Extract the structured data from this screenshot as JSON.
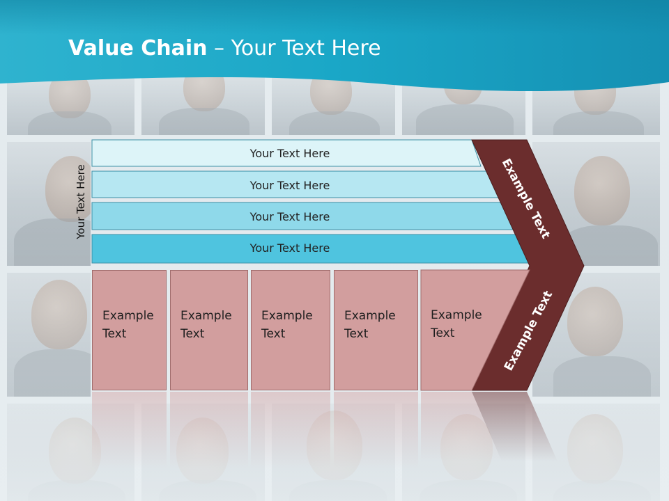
{
  "slide": {
    "title_bold": "Value Chain",
    "title_rest": " – Your Text Here",
    "vertical_label": "Your Text Here"
  },
  "colors": {
    "header_teal": "#1aa7c7",
    "bar_1": "#ddf4f8",
    "bar_2": "#b6e7f2",
    "bar_3": "#8fd9ea",
    "bar_4": "#4fc4df",
    "box_fill": "#d29e9e",
    "arrow_fill": "#6b2d2d"
  },
  "bars": [
    {
      "label": "Your Text Here"
    },
    {
      "label": "Your Text Here"
    },
    {
      "label": "Your Text Here"
    },
    {
      "label": "Your Text Here"
    }
  ],
  "boxes": [
    {
      "label": "Example\nText"
    },
    {
      "label": "Example\nText"
    },
    {
      "label": "Example\nText"
    },
    {
      "label": "Example\nText"
    },
    {
      "label": "Example\nText"
    }
  ],
  "arrow": {
    "upper_label": "Example Text",
    "lower_label": "Example Text"
  }
}
